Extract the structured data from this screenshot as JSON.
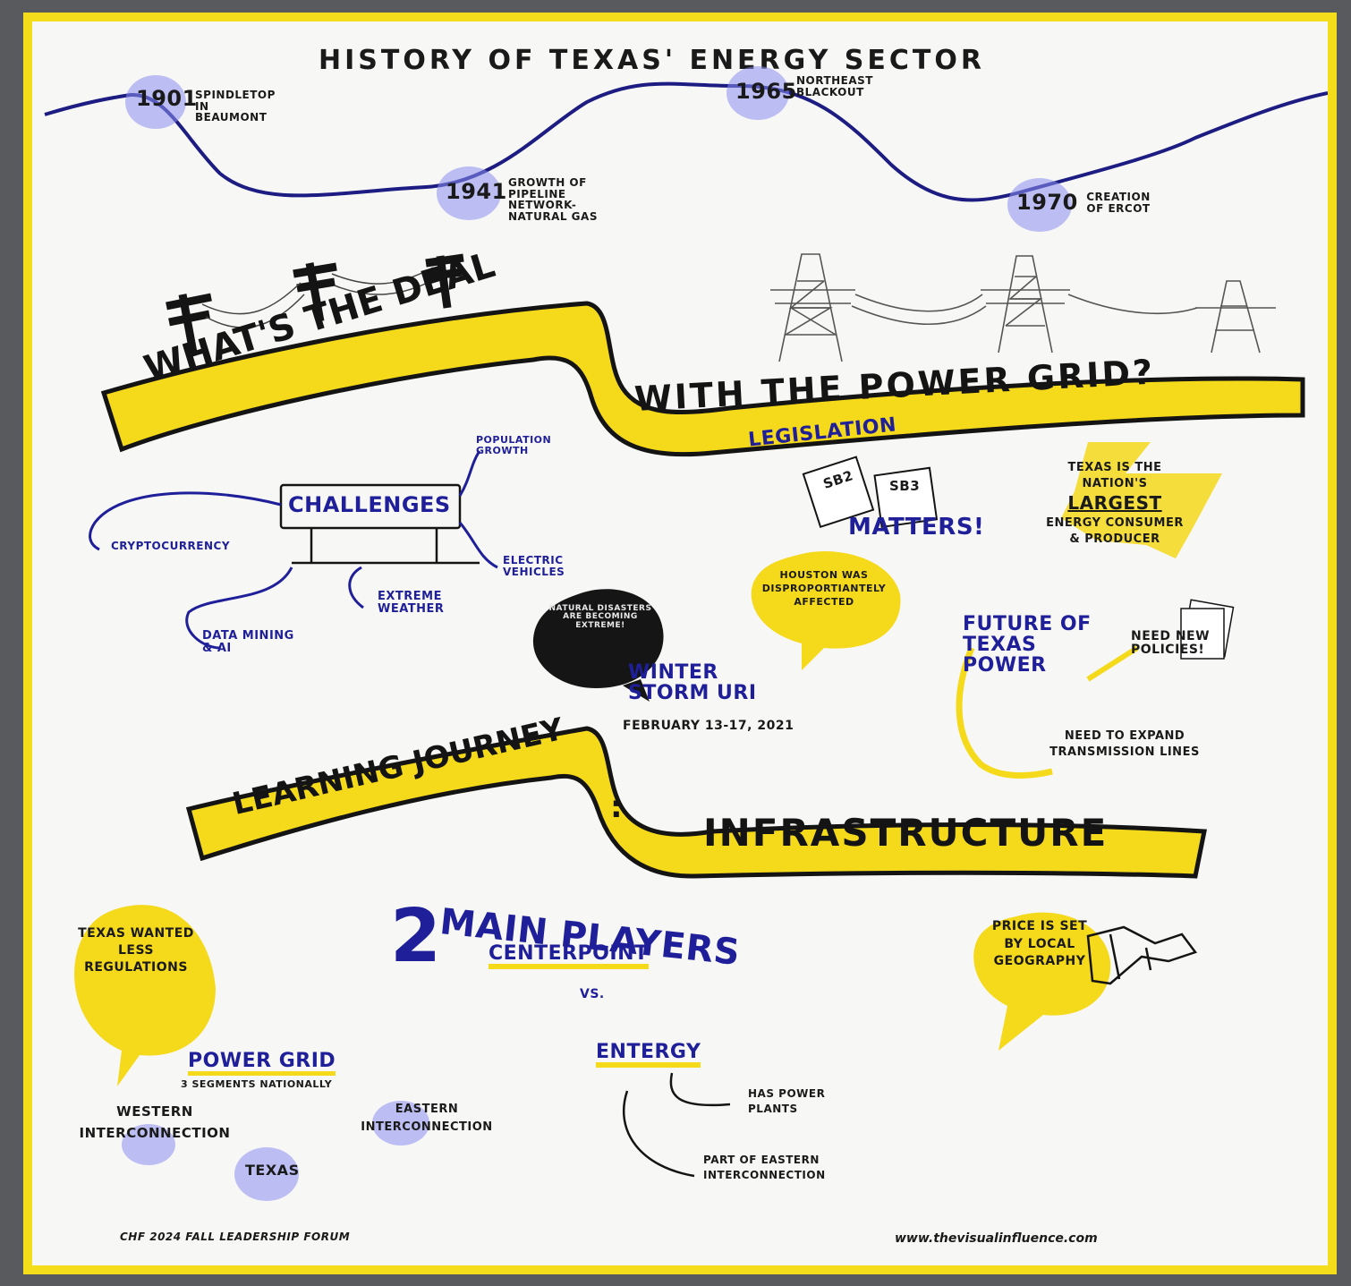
{
  "title": "HISTORY OF TEXAS' ENERGY SECTOR",
  "timeline": [
    {
      "year": "1901",
      "text": "SPINDLETOP IN BEAUMONT"
    },
    {
      "year": "1941",
      "text": "GROWTH OF PIPELINE NETWORK- NATURAL GAS"
    },
    {
      "year": "1965",
      "text": "NORTHEAST BLACKOUT"
    },
    {
      "year": "1970",
      "text": "CREATION OF ERCOT"
    }
  ],
  "banner1": {
    "part1": "WHAT'S THE DEAL",
    "part2": "WITH THE POWER GRID?"
  },
  "challenges": {
    "label": "CHALLENGES",
    "items": [
      "POPULATION GROWTH",
      "CRYPTOCURRENCY",
      "ELECTRIC VEHICLES",
      "EXTREME WEATHER",
      "DATA MINING & AI"
    ]
  },
  "legislation": {
    "label": "LEGISLATION",
    "doc1": "SB2",
    "doc2": "SB3",
    "matters": "MATTERS!"
  },
  "texas_fact": {
    "line1": "TEXAS IS THE",
    "line2": "NATION'S",
    "largest": "LARGEST",
    "line3": "ENERGY CONSUMER",
    "line4": "& PRODUCER"
  },
  "winter_storm": {
    "bubble_dark": "NATURAL DISASTERS ARE BECOMING EXTREME!",
    "bubble_yellow": "HOUSTON WAS DISPROPORTIANTELY AFFECTED",
    "title": "WINTER STORM URI",
    "date": "FEBRUARY 13-17, 2021"
  },
  "future": {
    "title": "FUTURE OF TEXAS POWER",
    "need_policies": "NEED NEW POLICIES!",
    "need_lines": "NEED TO EXPAND TRANSMISSION LINES"
  },
  "banner2": {
    "part1": "LEARNING JOURNEY",
    "colon": ":",
    "part2": "INFRASTRUCTURE"
  },
  "players": {
    "number": "2",
    "title": "MAIN PLAYERS",
    "p1": "CENTERPOINT",
    "vs": "VS.",
    "p2": "ENTERGY",
    "e1": "HAS POWER PLANTS",
    "e2": "PART OF EASTERN INTERCONNECTION"
  },
  "regulations": "TEXAS WANTED LESS REGULATIONS",
  "power_grid": {
    "title": "POWER GRID",
    "subtitle": "3 SEGMENTS NATIONALLY",
    "western": "WESTERN INTERCONNECTION",
    "eastern": "EASTERN INTERCONNECTION",
    "texas": "TEXAS"
  },
  "price": "PRICE IS SET BY LOCAL GEOGRAPHY",
  "footer": {
    "left": "CHF 2024 FALL LEADERSHIP FORUM",
    "right": "www.thevisualinfluence.com"
  },
  "colors": {
    "yellow": "#f4dd1a",
    "blue": "#1f1f9a",
    "blob": "#8d8ff0",
    "ink": "#141414"
  }
}
